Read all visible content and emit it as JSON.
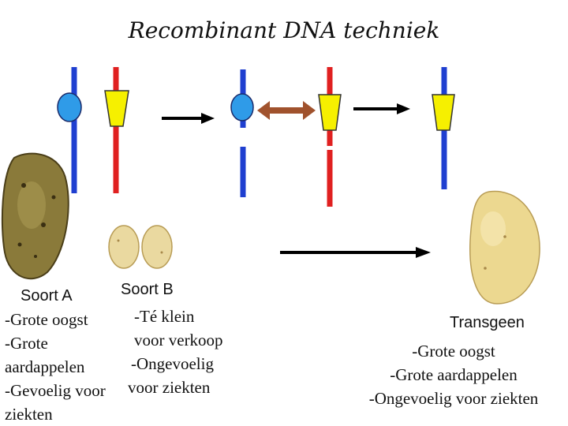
{
  "title": "Recombinant DNA techniek",
  "species_a": {
    "label": "Soort A",
    "traits": [
      "-Grote oogst",
      "-Grote",
      "aardappelen",
      "-Gevoelig voor",
      "ziekten"
    ]
  },
  "species_b": {
    "label": "Soort B",
    "traits": [
      "-Té klein",
      "voor verkoop",
      "-Ongevoelig",
      "voor ziekten"
    ]
  },
  "transgenic": {
    "label": "Transgeen",
    "traits": [
      "-Grote oogst",
      "-Grote aardappelen",
      "-Ongevoelig voor ziekten"
    ]
  },
  "colors": {
    "strand_a": "#1f3fd0",
    "strand_b": "#e02020",
    "gene_a": "#2f9be8",
    "gene_b": "#f6f000",
    "double_arrow": "#a0522d",
    "arrow": "#000000"
  }
}
